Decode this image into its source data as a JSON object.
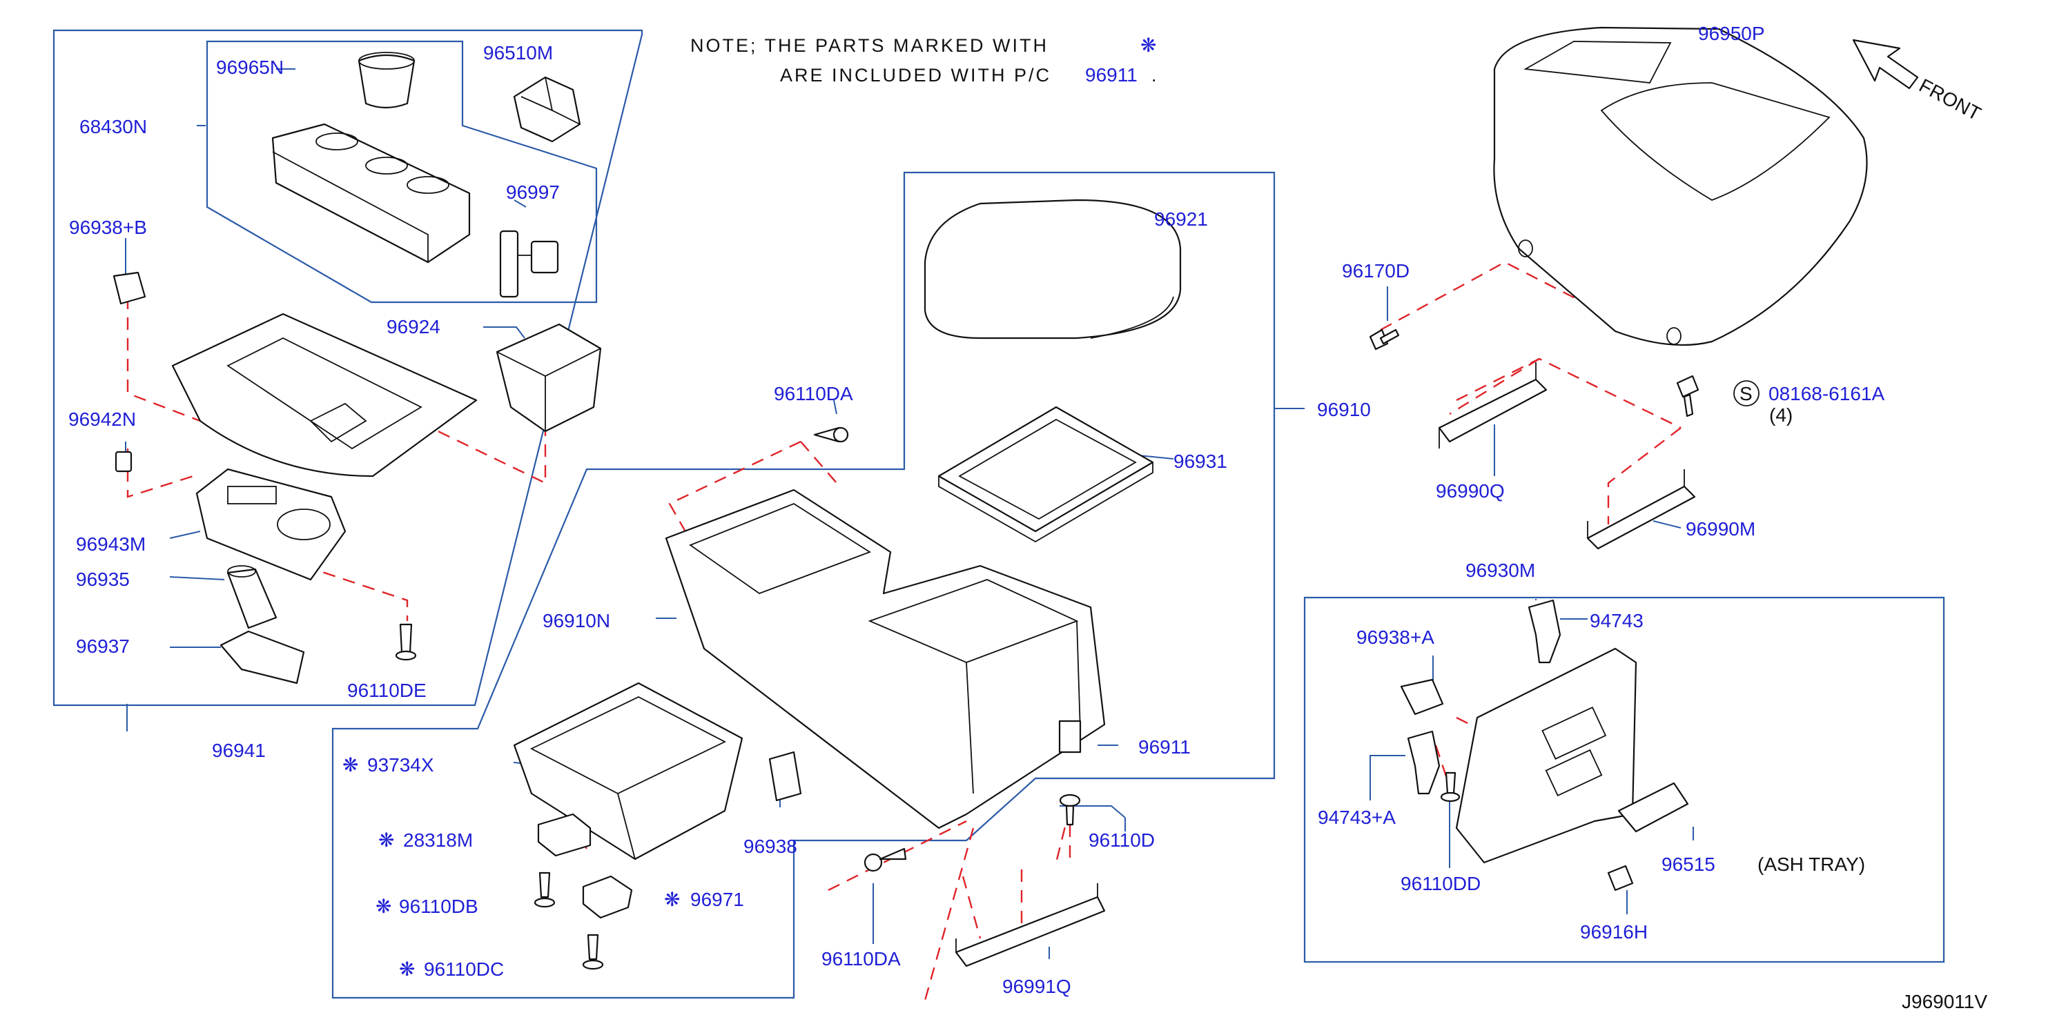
{
  "note": {
    "line1": "NOTE;  THE  PARTS  MARKED  WITH",
    "line2_prefix": "ARE  INCLUDED  WITH  P/C",
    "line2_part": "96911",
    "line2_suffix": ".",
    "mark": "❋"
  },
  "front_label": "FRONT",
  "diagram_code": "J969011V",
  "ash_tray": "(ASH    TRAY)",
  "labels": {
    "p96965N": "96965N",
    "p96510M": "96510M",
    "p68430N": "68430N",
    "p96997": "96997",
    "p96938B": "96938+B",
    "p96924": "96924",
    "p96942N": "96942N",
    "p96943M": "96943M",
    "p96935": "96935",
    "p96937": "96937",
    "p96110DE": "96110DE",
    "p96941": "96941",
    "p96110DA_top": "96110DA",
    "p96921": "96921",
    "p96910": "96910",
    "p96931": "96931",
    "p96910N": "96910N",
    "p96911": "96911",
    "p93734X": "93734X",
    "p28318M": "28318M",
    "p96110DB": "96110DB",
    "p96971": "96971",
    "p96110DC": "96110DC",
    "p96938": "96938",
    "p96110D": "96110D",
    "p96110DA_bot": "96110DA",
    "p96991Q": "96991Q",
    "p96950P": "96950P",
    "p96170D": "96170D",
    "p08168": "08168-6161A",
    "p08168_qty": "(4)",
    "p08168_symbol": "S",
    "p96990Q": "96990Q",
    "p96990M": "96990M",
    "p96930M": "96930M",
    "p96938A": "96938+A",
    "p94743": "94743",
    "p94743A": "94743+A",
    "p96110DD": "96110DD",
    "p96515": "96515",
    "p96916H": "96916H"
  },
  "colors": {
    "label": "#1f1fd6",
    "group_box": "#2a5aa8",
    "assembly_dash": "#e0242a",
    "outline": "#111111"
  }
}
